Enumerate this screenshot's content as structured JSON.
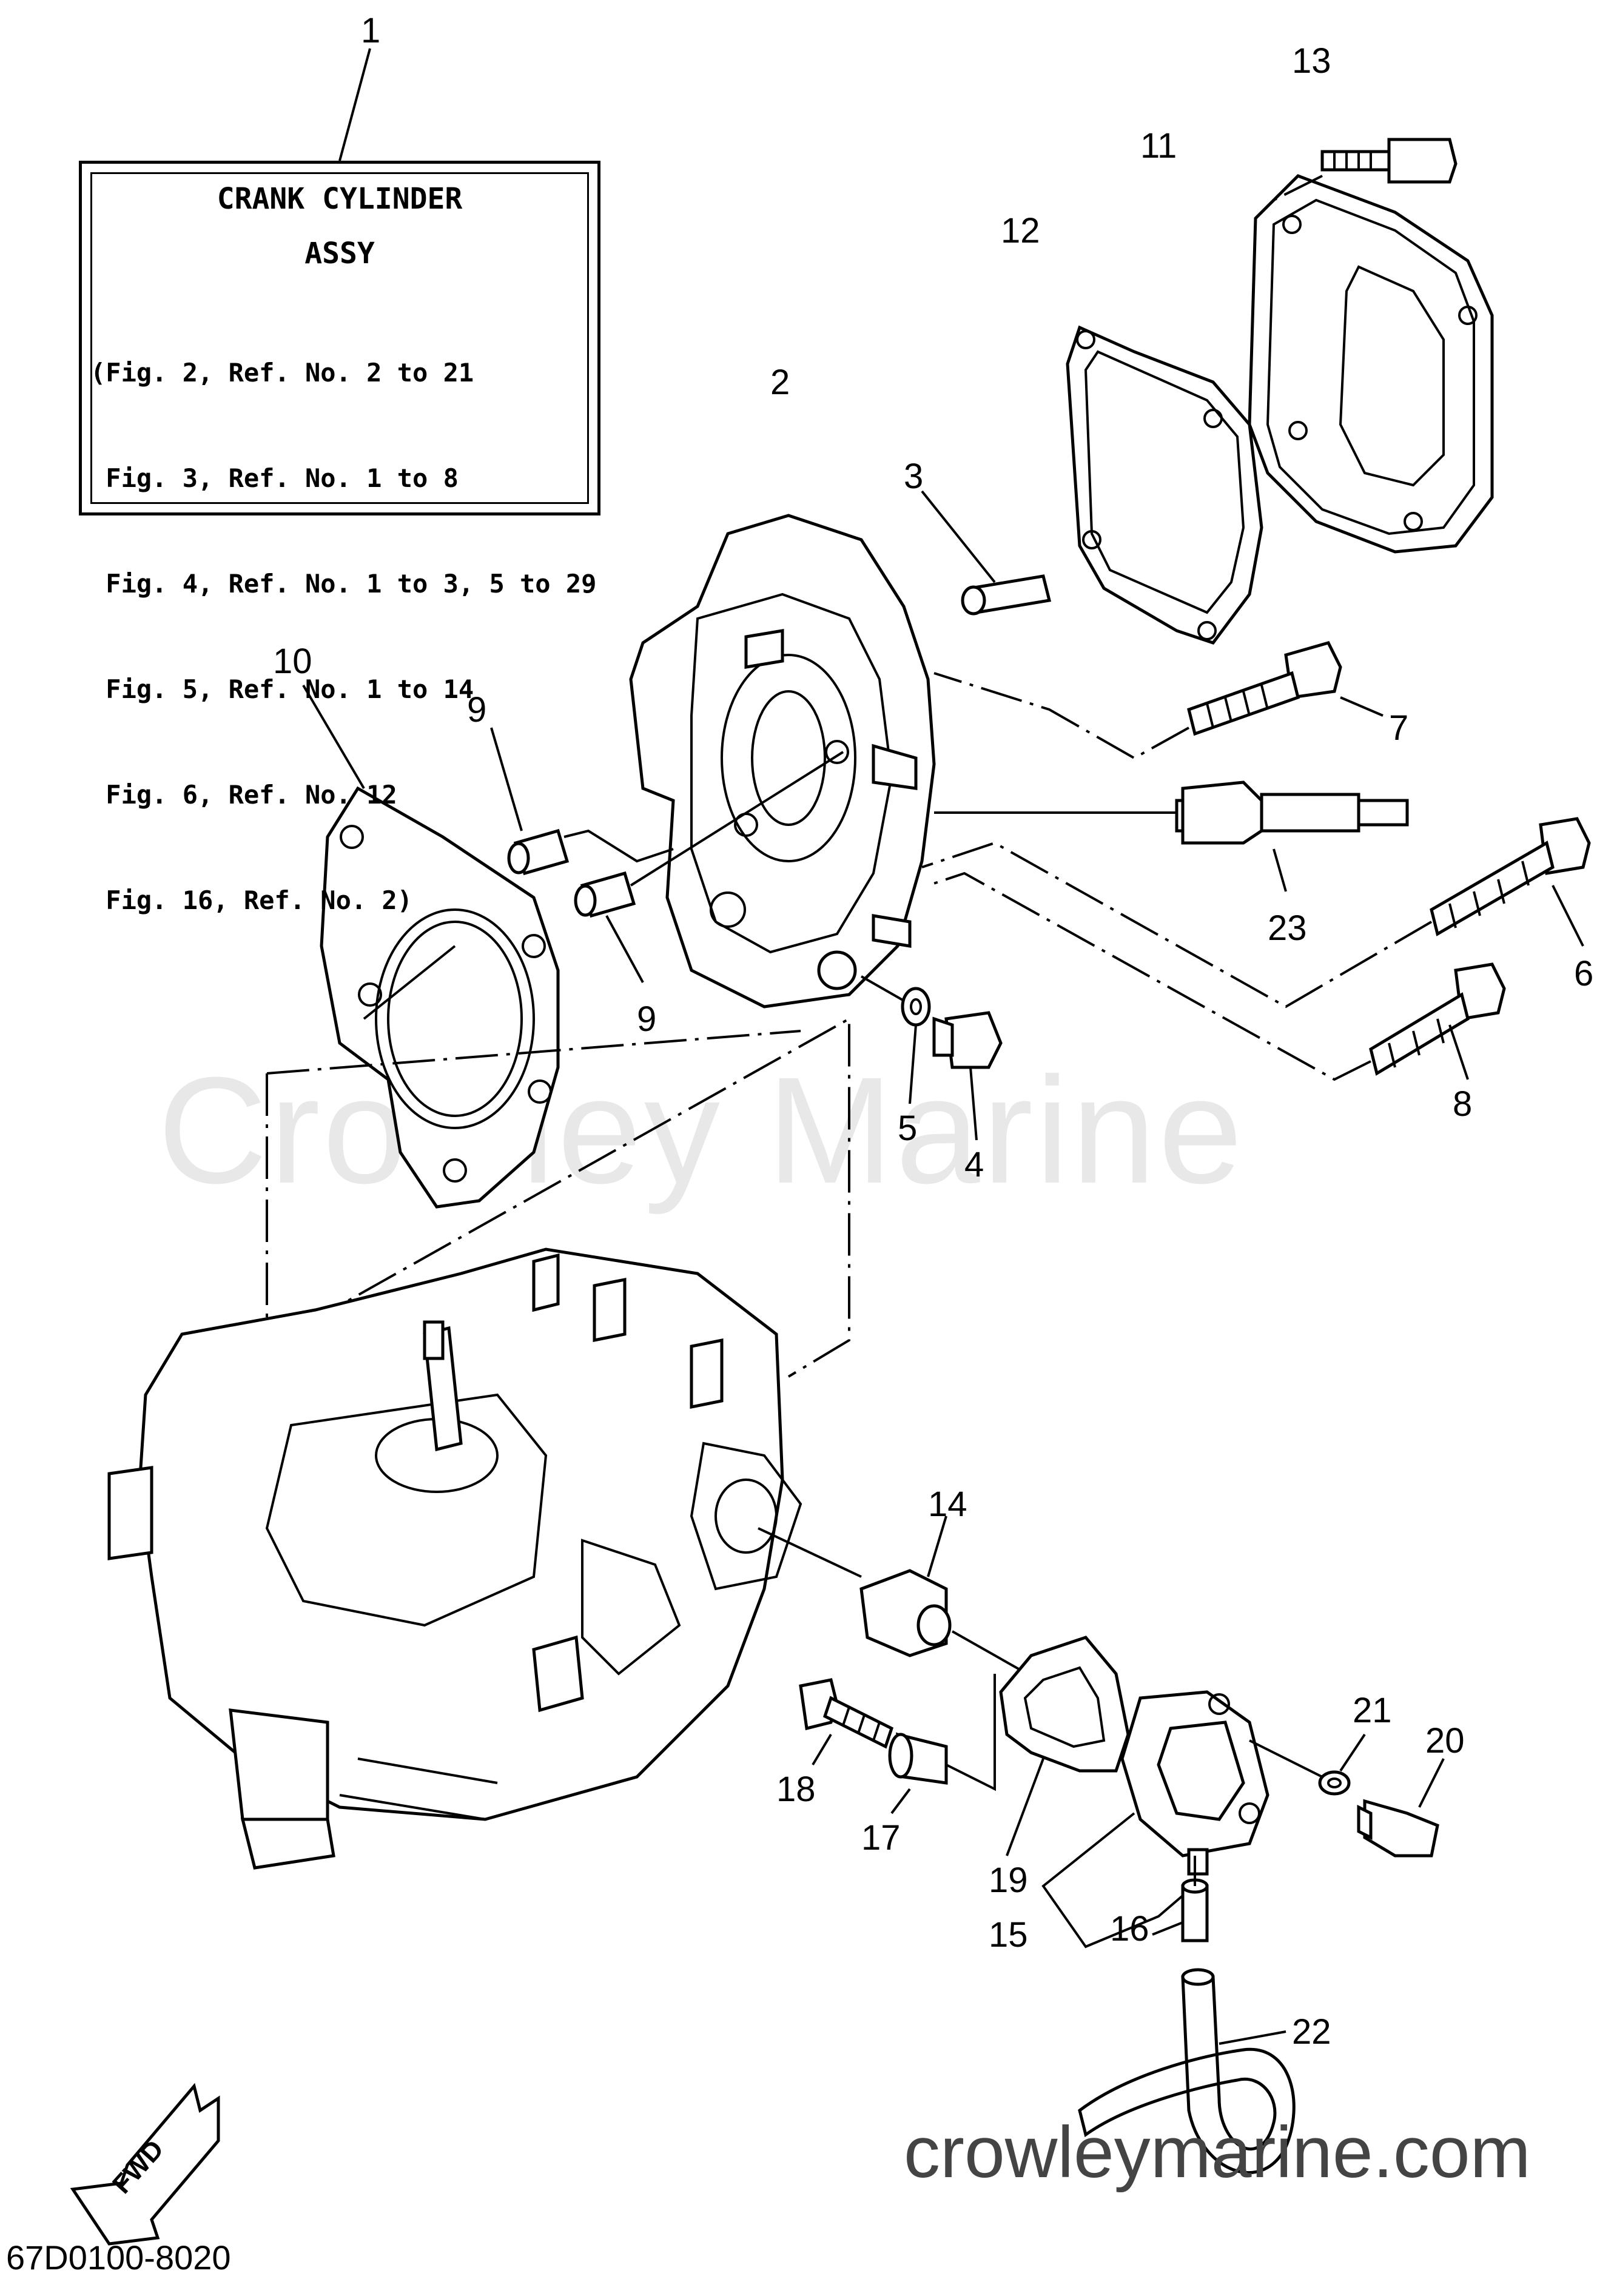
{
  "reference_box": {
    "title_line_1": "CRANK CYLINDER",
    "title_line_2": "ASSY",
    "lines": [
      "(Fig. 2, Ref. No. 2 to 21",
      " Fig. 3, Ref. No. 1 to 8",
      " Fig. 4, Ref. No. 1 to 3, 5 to 29",
      " Fig. 5, Ref. No. 1 to 14",
      " Fig. 6, Ref. No. 12",
      " Fig. 16, Ref. No. 2)"
    ]
  },
  "callouts": {
    "c1": "1",
    "c2": "2",
    "c3": "3",
    "c4": "4",
    "c5": "5",
    "c6": "6",
    "c7": "7",
    "c8": "8",
    "c9a": "9",
    "c9b": "9",
    "c10": "10",
    "c11": "11",
    "c12": "12",
    "c13": "13",
    "c14": "14",
    "c15": "15",
    "c16": "16",
    "c17": "17",
    "c18": "18",
    "c19": "19",
    "c20": "20",
    "c21": "21",
    "c22": "22",
    "c23": "23"
  },
  "fwd_label": "FWD",
  "watermark": "Crowley Marine",
  "website": "crowleymarine.com",
  "diagram_code": "67D0100-8020"
}
